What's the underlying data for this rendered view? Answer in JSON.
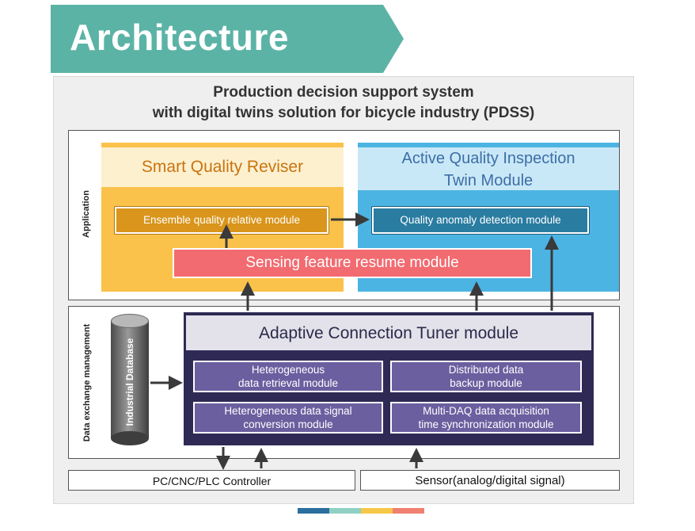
{
  "title": "Architecture",
  "system": {
    "title_line1": "Production decision support system",
    "title_line2": "with digital twins solution for bicycle industry (PDSS)"
  },
  "application": {
    "label": "Application",
    "smart_quality_reviser": {
      "title": "Smart Quality Reviser",
      "module": "Ensemble quality relative module"
    },
    "active_quality_inspection": {
      "title_line1": "Active Quality Inspection",
      "title_line2": "Twin Module",
      "module": "Quality anomaly detection module"
    },
    "sensing_feature_module": "Sensing feature resume module"
  },
  "data_exchange": {
    "label": "Data exchange management",
    "database": "Industrial Database",
    "tuner": {
      "title": "Adaptive Connection Tuner module",
      "modules": [
        {
          "line1": "Heterogeneous",
          "line2": "data retrieval module"
        },
        {
          "line1": "Distributed data",
          "line2": "backup module"
        },
        {
          "line1": "Heterogeneous data signal",
          "line2": "conversion module"
        },
        {
          "line1": "Multi-DAQ data acquisition",
          "line2": "time synchronization module"
        }
      ]
    }
  },
  "controller": "PC/CNC/PLC Controller",
  "sensor": "Sensor(analog/digital signal)",
  "colors": {
    "banner": "#5bb3a6",
    "smart_quality": "#fac24a",
    "active_quality": "#4cb4e3",
    "sensing": "#f26b70",
    "tuner": "#2e2a55",
    "submodule": "#6b5f9f",
    "strips": [
      "#2a6f9e",
      "#8fd0c4",
      "#f6c748",
      "#f08070"
    ]
  }
}
